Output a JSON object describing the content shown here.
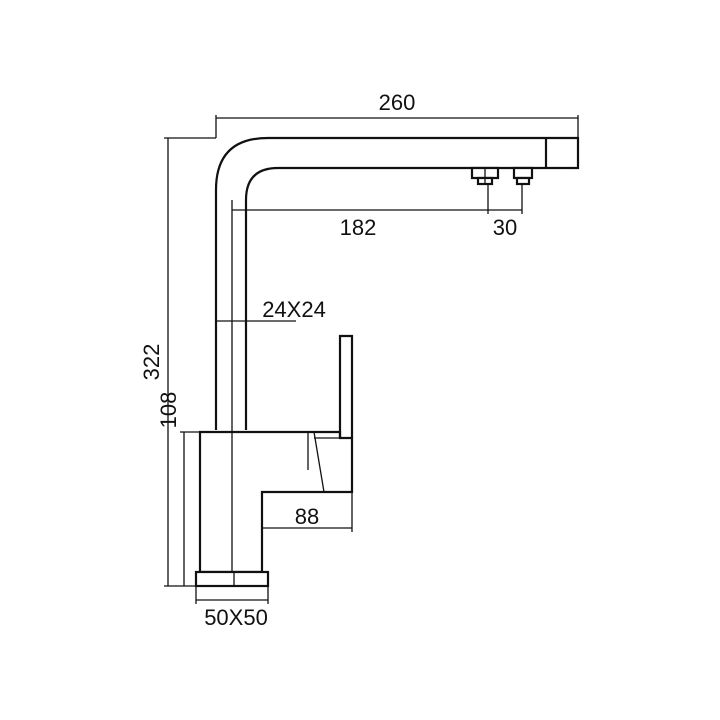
{
  "drawing": {
    "dimensions": {
      "overall_width": "260",
      "spout_reach": "182",
      "outlet_spacing": "30",
      "spout_section": "24X24",
      "overall_height": "322",
      "body_height": "108",
      "handle_reach": "88",
      "base_section": "50X50"
    },
    "colors": {
      "line": "#111111",
      "background": "#ffffff"
    }
  }
}
